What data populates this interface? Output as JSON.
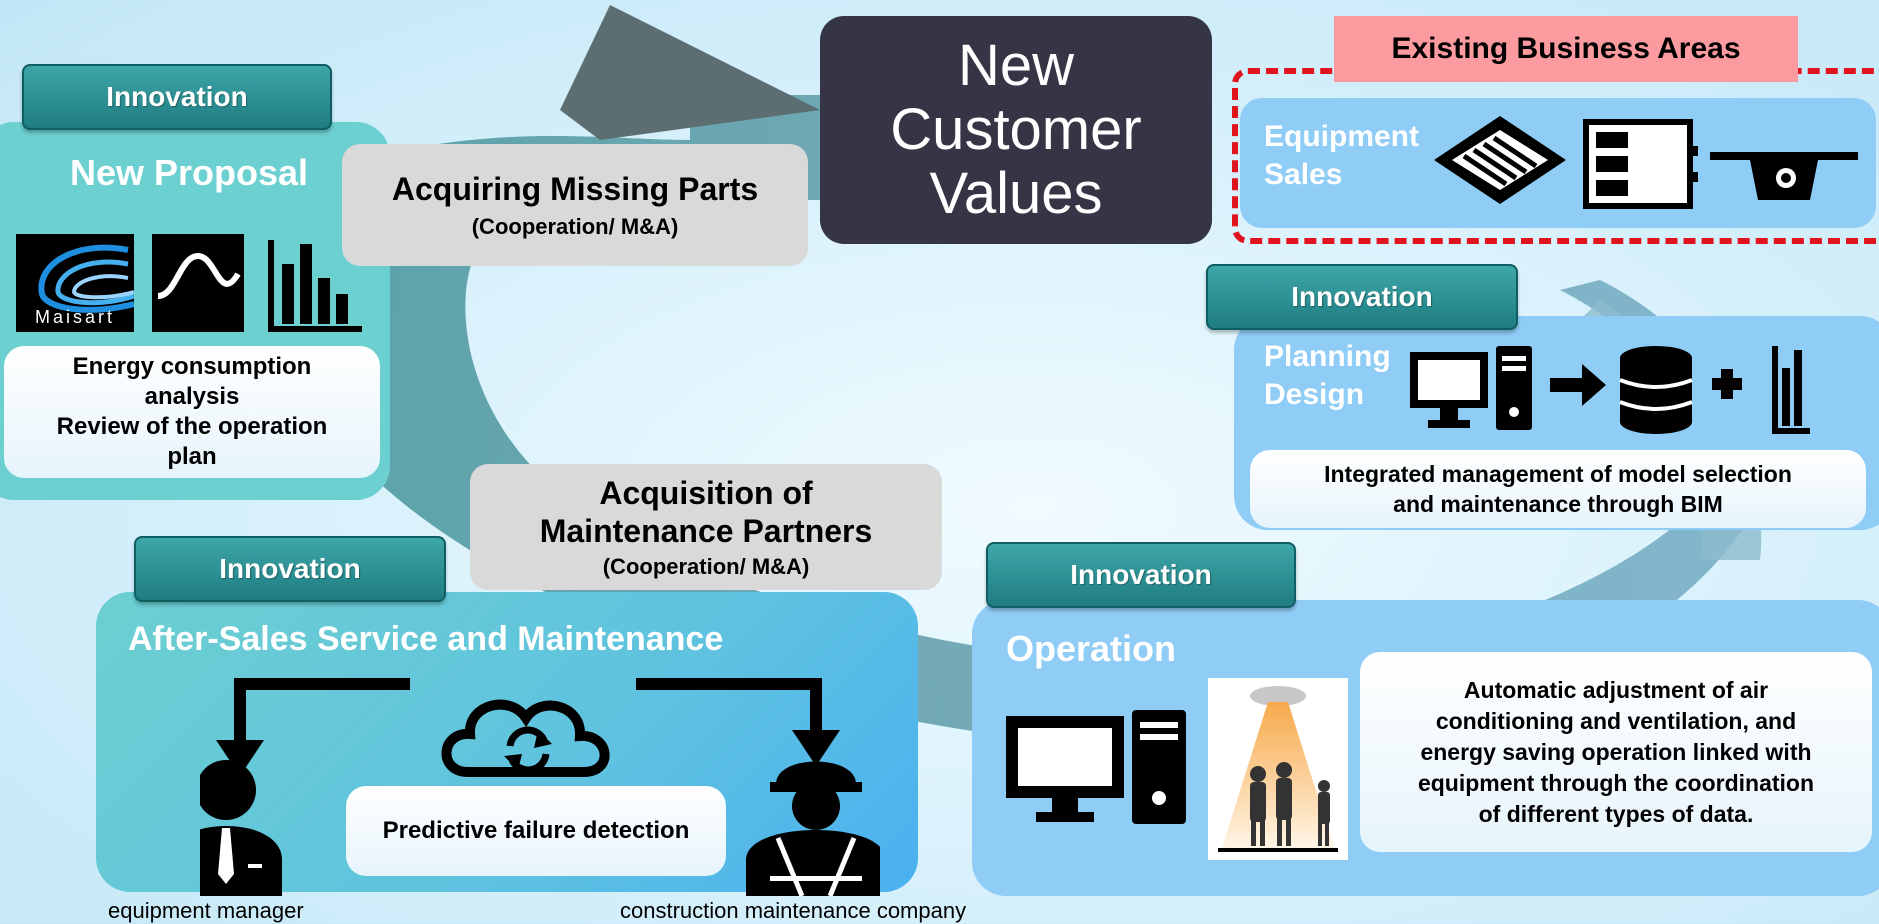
{
  "center": {
    "title_lines": [
      "New",
      "Customer",
      "Values"
    ]
  },
  "existing": {
    "label": "Existing Business Areas",
    "equipment_lines": [
      "Equipment",
      "Sales"
    ]
  },
  "new_proposal": {
    "badge": "Innovation",
    "title": "New Proposal",
    "logo_text": "Maisart",
    "description_lines": [
      "Energy consumption",
      "analysis",
      "Review of the operation",
      "plan"
    ]
  },
  "acquiring_parts": {
    "title": "Acquiring Missing Parts",
    "subtitle": "(Cooperation/ M&A)"
  },
  "acquisition_partners": {
    "title_lines": [
      "Acquisition of",
      "Maintenance Partners"
    ],
    "subtitle": "(Cooperation/ M&A)"
  },
  "planning": {
    "badge": "Innovation",
    "title_lines": [
      "Planning",
      "Design"
    ],
    "description_lines": [
      "Integrated management of model selection",
      "and maintenance through BIM"
    ]
  },
  "after_sales": {
    "badge": "Innovation",
    "title": "After-Sales Service and Maintenance",
    "box": "Predictive failure detection",
    "caption_left": "equipment manager",
    "caption_right": "construction maintenance company"
  },
  "operation": {
    "badge": "Innovation",
    "title": "Operation",
    "description_lines": [
      "Automatic adjustment of air",
      "conditioning and ventilation, and",
      "energy saving operation linked with",
      "equipment through the coordination",
      "of different types of data."
    ]
  },
  "colors": {
    "teal": "#6ccfd0",
    "blue": "#8fccf6",
    "innovation": "#2b8f93",
    "dark": "#363545",
    "existing_pink": "#fb9a9f",
    "dash_red": "#e0141e"
  }
}
